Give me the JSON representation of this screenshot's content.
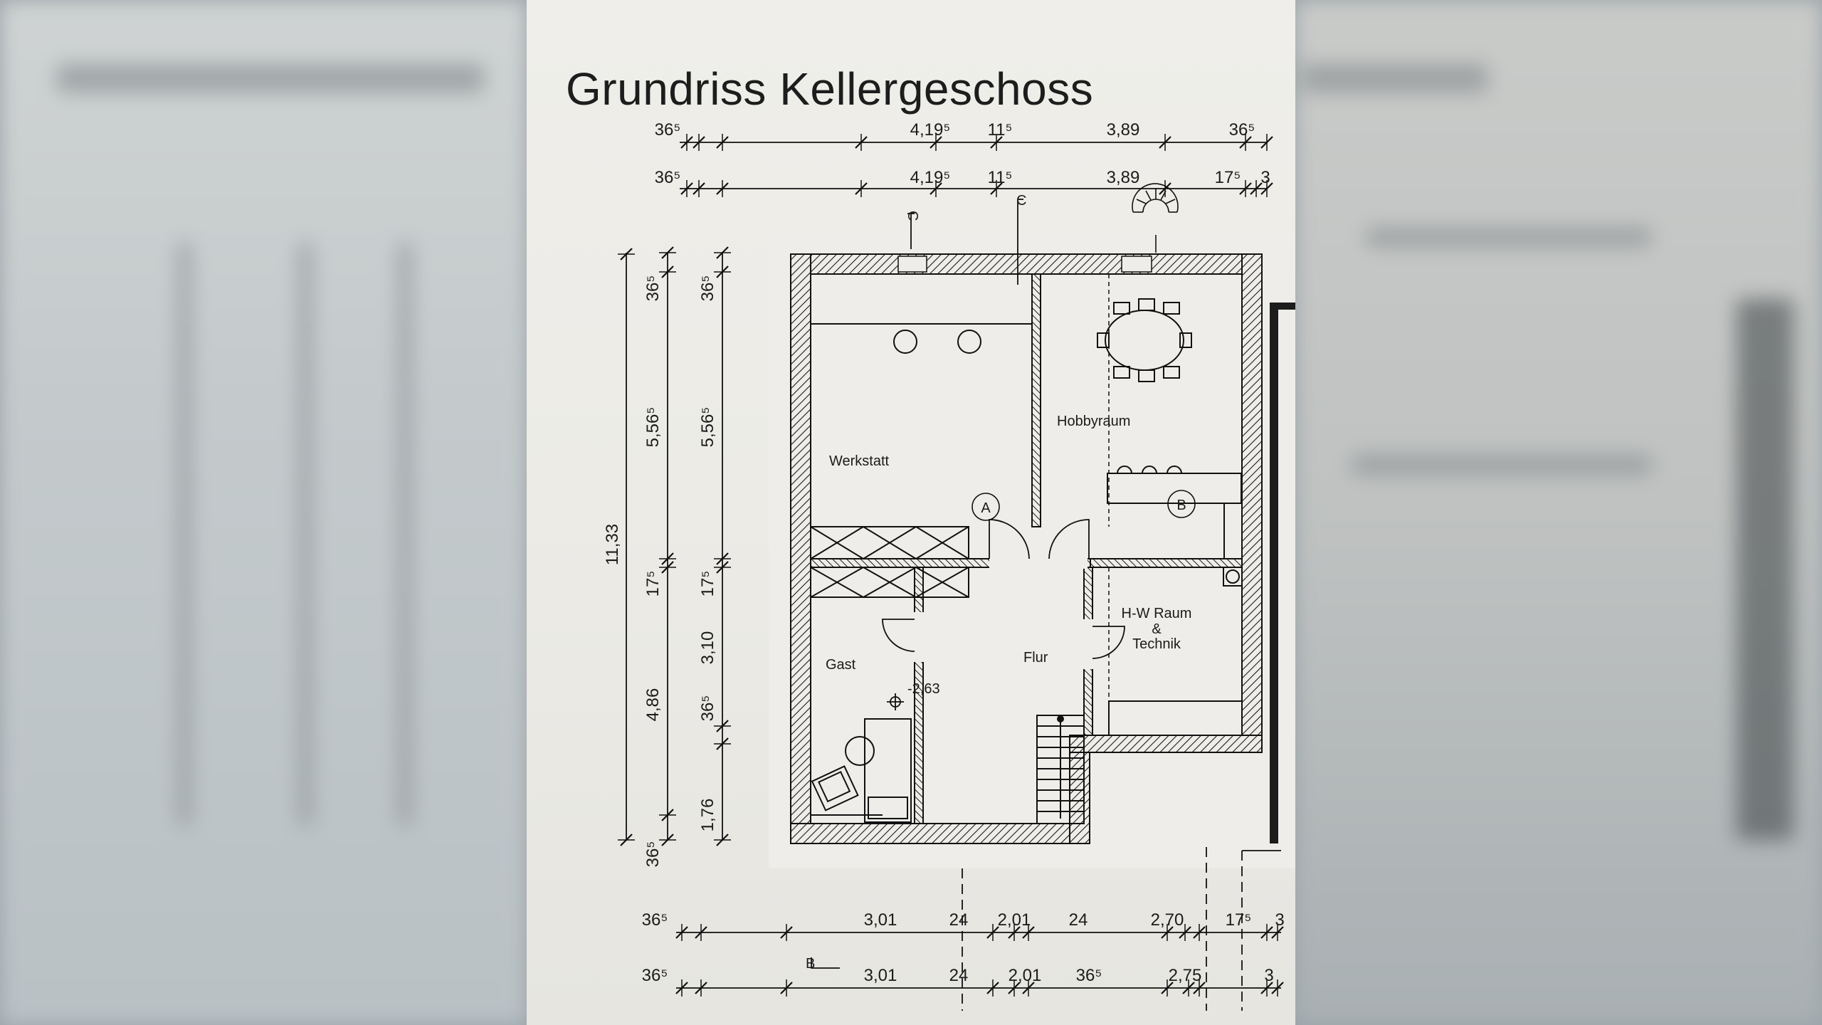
{
  "title": "Grundriss Kellergeschoss",
  "rooms": {
    "werkstatt": "Werkstatt",
    "hobbyraum": "Hobbyraum",
    "gast": "Gast",
    "flur": "Flur",
    "hw_line1": "H-W Raum",
    "hw_line2": "&",
    "hw_line3": "Technik"
  },
  "markers": {
    "a": "A",
    "b": "B",
    "level": "-2,63"
  },
  "dims_top_row1": [
    "36⁵",
    "4,19⁵",
    "11⁵",
    "3,89",
    "36⁵"
  ],
  "dims_top_row2": [
    "36⁵",
    "4,19⁵",
    "11⁵",
    "3,89",
    "17⁵",
    "3"
  ],
  "dims_left_overall": "11,33",
  "dims_left_col1": [
    "36⁵",
    "5,56⁵",
    "17⁵",
    "4,86",
    "36⁵"
  ],
  "dims_left_col2": [
    "36⁵",
    "5,56⁵",
    "17⁵",
    "3,10",
    "36⁵",
    "1,76"
  ],
  "dims_bottom_row1": [
    "36⁵",
    "3,01",
    "24",
    "2,01",
    "24",
    "2,70",
    "17⁵",
    "3"
  ],
  "dims_bottom_row2": [
    "36⁵",
    "3,01",
    "24",
    "2,01",
    "36⁵",
    "2,75",
    "3"
  ],
  "section_marks": [
    "C",
    "C",
    "B"
  ]
}
